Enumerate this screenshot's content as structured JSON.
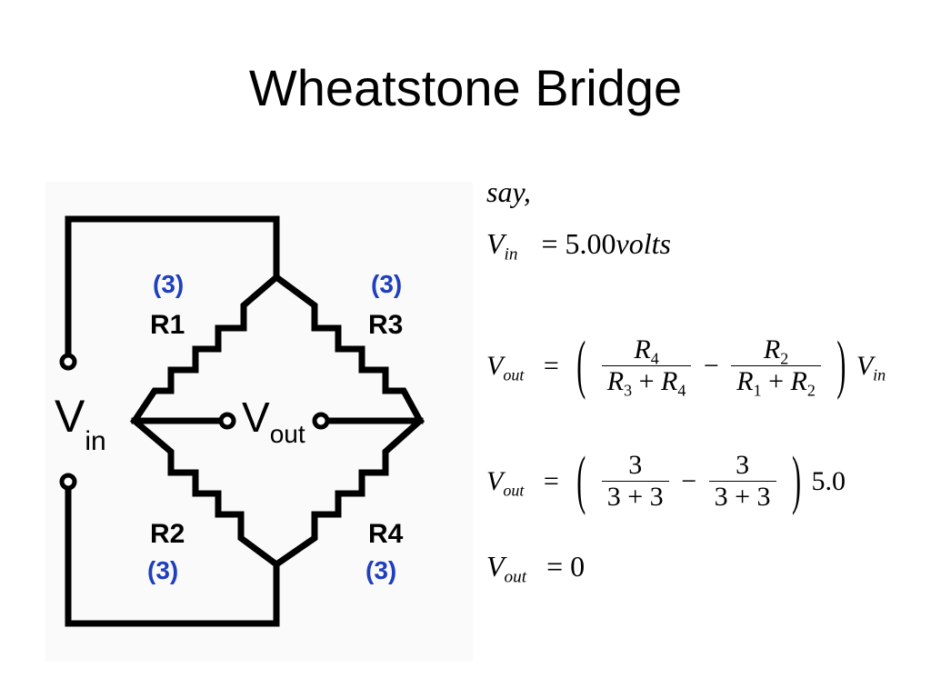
{
  "title": "Wheatstone Bridge",
  "diagram": {
    "resistor_labels": {
      "r1": "R1",
      "r2": "R2",
      "r3": "R3",
      "r4": "R4"
    },
    "resistor_values": {
      "r1": "(3)",
      "r2": "(3)",
      "r3": "(3)",
      "r4": "(3)"
    },
    "vin": {
      "main": "V",
      "sub": "in"
    },
    "vout": {
      "main": "V",
      "sub": "out"
    },
    "value_color": "#1f3fbf"
  },
  "equations": {
    "say": "say,",
    "vin_line": {
      "var": "V",
      "sub": "in",
      "eq": "=",
      "value": "5.00",
      "unit": "volts"
    },
    "formula": {
      "lhs_var": "V",
      "lhs_sub": "out",
      "eq": "=",
      "n1_var": "R",
      "n1_sub": "4",
      "d1a_var": "R",
      "d1a_sub": "3",
      "d1_plus": "+",
      "d1b_var": "R",
      "d1b_sub": "4",
      "minus": "−",
      "n2_var": "R",
      "n2_sub": "2",
      "d2a_var": "R",
      "d2a_sub": "1",
      "d2_plus": "+",
      "d2b_var": "R",
      "d2b_sub": "2",
      "rhs_var": "V",
      "rhs_sub": "in"
    },
    "substituted": {
      "lhs_var": "V",
      "lhs_sub": "out",
      "eq": "=",
      "n1": "3",
      "d1": "3 + 3",
      "minus": "−",
      "n2": "3",
      "d2": "3 + 3",
      "factor": "5.0"
    },
    "result": {
      "lhs_var": "V",
      "lhs_sub": "out",
      "eq": "=",
      "value": "0"
    }
  }
}
